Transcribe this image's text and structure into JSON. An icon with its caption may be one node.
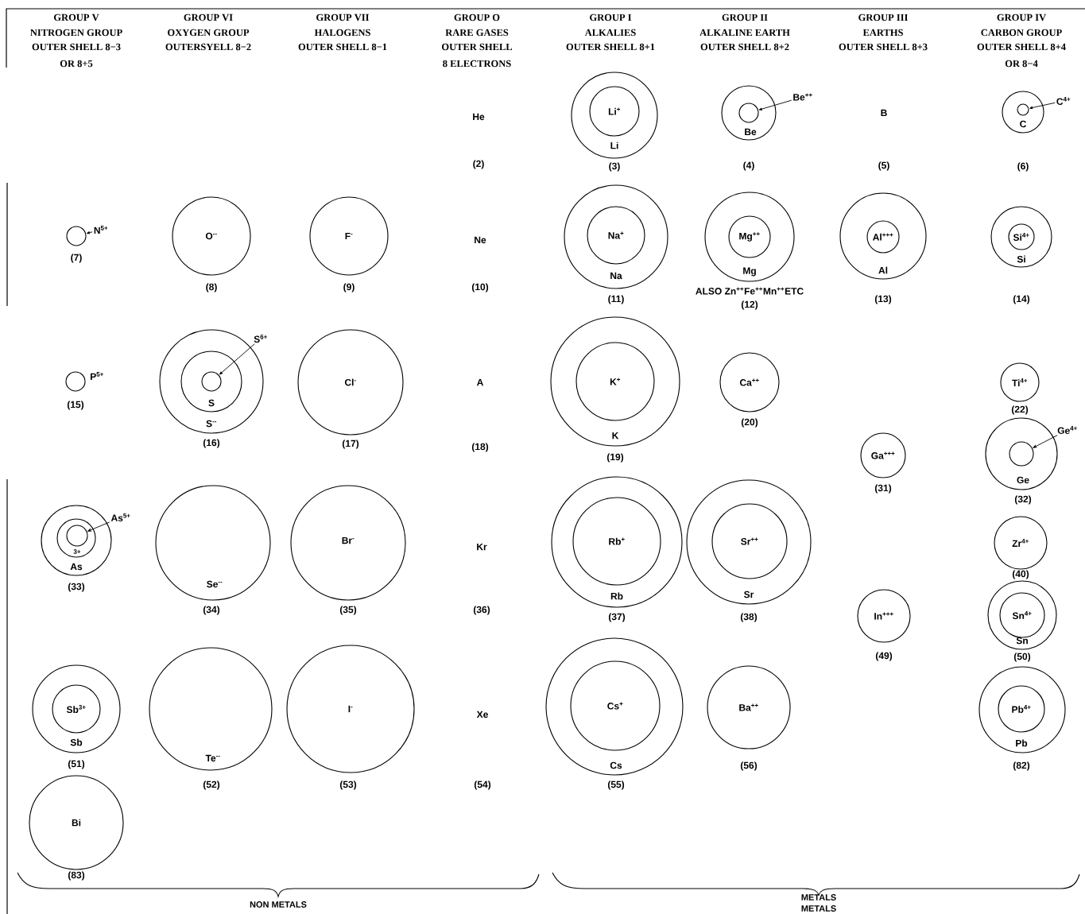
{
  "diagram": {
    "nodes": [
      {
        "text": [
          "Li"
        ],
        "beside": [
          "(3)"
        ]
      },
      {
        "text": [
          "Li$^{+}$"
        ],
        "in": 0
      },
      {
        "text": [
          "Be"
        ],
        "beside": [
          "(4)"
        ]
      },
      {
        "text": [],
        "shape": "circle",
        "in": 2
      },
      {
        "text": [
          "Be$^{++}$"
        ]
      },
      {
        "text": [
          "C"
        ],
        "beside": [
          "(6)"
        ]
      },
      {
        "text": [],
        "shape": "circle",
        "in": 5
      },
      {
        "text": [
          "C$^{4+}$"
        ]
      },
      {
        "text": [],
        "shape": "circle",
        "beside": [
          "(7)"
        ]
      },
      {
        "text": [
          "N$^{5+}$"
        ]
      },
      {
        "text": [
          "O$^{--}$"
        ],
        "beside": [
          "(8)"
        ]
      },
      {
        "text": [
          "F$^{-}$"
        ],
        "beside": [
          "(9)"
        ]
      },
      {
        "text": [
          "Na"
        ],
        "beside": [
          "(11)"
        ]
      },
      {
        "text": [
          "Na$^{+}$"
        ],
        "in": 12
      },
      {
        "text": [
          "Mg"
        ],
        "beside": [
          "ALSO Zn$^{++}$Fe$^{++}$Mn$^{++}$ETC",
          "(12)"
        ]
      },
      {
        "text": [
          "Mg$^{++}$"
        ],
        "in": 14
      },
      {
        "text": [
          "Al"
        ],
        "beside": [
          "(13)"
        ]
      },
      {
        "text": [
          "Al$^{+++}$"
        ],
        "in": 16
      },
      {
        "text": [
          "Si"
        ],
        "beside": [
          "(14)"
        ]
      },
      {
        "text": [
          "Si$^{4+}$"
        ],
        "in": 18
      },
      {
        "text": [],
        "shape": "circle",
        "beside": [
          "P$^{5+}$",
          "(15)"
        ]
      },
      {
        "text": [
          "S$^{--}$"
        ],
        "beside": [
          "(16)"
        ]
      },
      {
        "text": [
          "S"
        ],
        "in": 21
      },
      {
        "text": [],
        "shape": "circle",
        "in": 22
      },
      {
        "text": [
          "S$^{6+}$"
        ]
      },
      {
        "text": [
          "Cl$^{-}$"
        ],
        "beside": [
          "(17)"
        ]
      },
      {
        "text": [
          "K"
        ],
        "beside": [
          "(19)"
        ]
      },
      {
        "text": [
          "K$^{+}$"
        ],
        "in": 26
      },
      {
        "text": [
          "Ca$^{++}$"
        ],
        "beside": [
          "(20)"
        ]
      },
      {
        "text": [
          "Ti$^{4+}$"
        ],
        "beside": [
          "(22)"
        ]
      },
      {
        "text": [
          "Ga$^{+++}$"
        ],
        "beside": [
          "(31)"
        ]
      },
      {
        "text": [
          "Ge"
        ],
        "beside": [
          "(32)"
        ]
      },
      {
        "text": [],
        "shape": "circle",
        "in": 31
      },
      {
        "text": [
          "Ge$^{4+}$"
        ]
      },
      {
        "text": [
          "As"
        ],
        "beside": [
          "(33)"
        ]
      },
      {
        "text": [
          "3+"
        ],
        "in": 34
      },
      {
        "text": [],
        "shape": "circle",
        "in": 35
      },
      {
        "text": [
          "As$^{5+}$"
        ]
      },
      {
        "text": [
          "Se$^{--}$"
        ],
        "beside": [
          "(34)"
        ]
      },
      {
        "text": [
          "Br$^{-}$"
        ],
        "beside": [
          "(35)"
        ]
      },
      {
        "text": [
          "Rb"
        ],
        "beside": [
          "(37)"
        ]
      },
      {
        "text": [
          "Rb$^{+}$"
        ],
        "in": 40
      },
      {
        "text": [
          "Sr"
        ],
        "beside": [
          "(38)"
        ]
      },
      {
        "text": [
          "Sr$^{++}$"
        ],
        "in": 42
      },
      {
        "text": [
          "Zr$^{4+}$"
        ],
        "beside": [
          "(40)"
        ]
      },
      {
        "text": [
          "In$^{+++}$"
        ],
        "beside": [
          "(49)"
        ]
      },
      {
        "text": [
          "Sn"
        ],
        "beside": [
          "(50)"
        ]
      },
      {
        "text": [
          "Sn$^{4+}$"
        ],
        "in": 46
      },
      {
        "text": [
          "Sb"
        ],
        "beside": [
          "(51)"
        ]
      },
      {
        "text": [
          "Sb$^{3+}$"
        ],
        "in": 48
      },
      {
        "text": [
          "Te$^{--}$"
        ],
        "beside": [
          "(52)"
        ]
      },
      {
        "text": [
          "I$^{-}$"
        ],
        "beside": [
          "(53)"
        ]
      },
      {
        "text": [
          "Cs"
        ],
        "beside": [
          "(55)"
        ]
      },
      {
        "text": [
          "Cs$^{+}$"
        ],
        "in": 52
      },
      {
        "text": [
          "Ba$^{++}$"
        ],
        "beside": [
          "(56)"
        ]
      },
      {
        "text": [
          "Pb"
        ],
        "beside": [
          "(82)"
        ]
      },
      {
        "text": [
          "Pb$^{4+}$"
        ],
        "in": 55
      },
      {
        "text": [
          "Bi"
        ],
        "beside": [
          "(83)"
        ]
      }
    ],
    "edges": [
      {
        "from": 4,
        "to": 3,
        "arrow": "to"
      },
      {
        "from": 7,
        "to": 6,
        "arrow": "to"
      },
      {
        "from": 9,
        "to": 8,
        "arrow": "to"
      },
      {
        "from": 24,
        "to": 23,
        "arrow": "to"
      },
      {
        "from": 33,
        "to": 32,
        "arrow": "to"
      },
      {
        "from": 37,
        "to": 36,
        "arrow": "to"
      }
    ],
    "labels": [
      "GROUP V",
      "NITROGEN GROUP",
      "OUTER SHELL 8−3",
      "OR 8+5",
      "GROUP VI",
      "OXYGEN GROUP",
      "OUTERSYELL 8−2",
      "GROUP VII",
      "HALOGENS",
      "OUTER SHELL 8−1",
      "GROUP O",
      "RARE GASES",
      "OUTER SHELL",
      "8 ELECTRONS",
      "GROUP I",
      "ALKALIES",
      "OUTER SHELL 8+1",
      "GROUP II",
      "ALKALINE EARTH",
      "OUTER SHELL 8+2",
      "GROUP III",
      "EARTHS",
      "OUTER SHELL 8+3",
      "GROUP IV",
      "CARBON GROUP",
      "OUTER SHELL 8+4",
      "OR 8−4",
      "He",
      "B",
      "(2)",
      "(5)",
      "Ne",
      "(10)",
      "A",
      "(18)",
      "Kr",
      "(36)",
      "Xe",
      "(54)",
      "NON METALS",
      "METALS",
      "METALS"
    ]
  }
}
